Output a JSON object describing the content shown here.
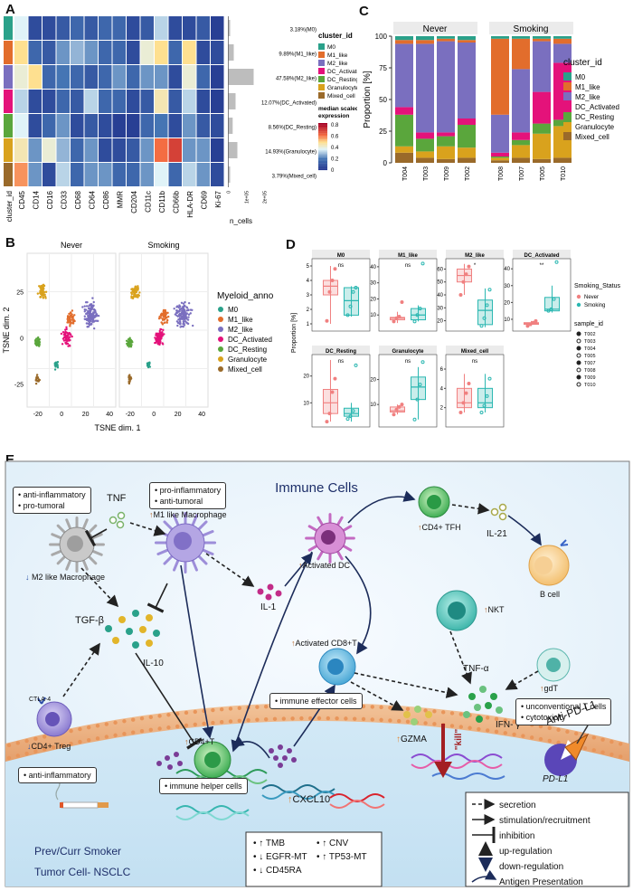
{
  "panels": {
    "a": "A",
    "b": "B",
    "c": "C",
    "d": "D",
    "e": "E"
  },
  "heatmap": {
    "markers": [
      "cluster_id",
      "CD45",
      "CD14",
      "CD16",
      "CD33",
      "CD68",
      "CD64",
      "CD86",
      "MMR",
      "CD204",
      "CD11c",
      "CD11b",
      "CD66b",
      "HLA-DR",
      "CD69",
      "Ki-67"
    ],
    "n_cells_label": "n_cells",
    "n_cells_ticks": [
      "0",
      "1e+05",
      "2e+05"
    ],
    "rows": [
      {
        "pct": "3.18%(M0)",
        "color": "#2aa18a",
        "n": 0.05,
        "vals": [
          0.45,
          0.1,
          0.1,
          0.15,
          0.2,
          0.15,
          0.2,
          0.2,
          0.1,
          0.15,
          0.4,
          0.1,
          0.1,
          0.15,
          0.05
        ]
      },
      {
        "pct": "9.89%(M1_like)",
        "color": "#e26d2c",
        "n": 0.15,
        "vals": [
          0.6,
          0.2,
          0.15,
          0.3,
          0.35,
          0.3,
          0.2,
          0.2,
          0.1,
          0.5,
          0.6,
          0.2,
          0.6,
          0.1,
          0.1
        ]
      },
      {
        "pct": "47.58%(M2_like)",
        "color": "#7a6fbf",
        "n": 0.7,
        "vals": [
          0.5,
          0.6,
          0.2,
          0.25,
          0.2,
          0.15,
          0.2,
          0.3,
          0.2,
          0.3,
          0.3,
          0.1,
          0.5,
          0.2,
          0.05
        ]
      },
      {
        "pct": "12.07%(DC_Activated)",
        "color": "#e4127a",
        "n": 0.2,
        "vals": [
          0.4,
          0.1,
          0.1,
          0.2,
          0.15,
          0.4,
          0.2,
          0.2,
          0.1,
          0.15,
          0.55,
          0.15,
          0.4,
          0.1,
          0.05
        ]
      },
      {
        "pct": "8.56%(DC_Resting)",
        "color": "#5aa63c",
        "n": 0.12,
        "vals": [
          0.45,
          0.1,
          0.2,
          0.3,
          0.1,
          0.15,
          0.1,
          0.05,
          0.05,
          0.2,
          0.25,
          0.1,
          0.3,
          0.15,
          0.1
        ]
      },
      {
        "pct": "14.93%(Granulocyte)",
        "color": "#d9a21d",
        "n": 0.25,
        "vals": [
          0.55,
          0.3,
          0.5,
          0.35,
          0.2,
          0.3,
          0.1,
          0.1,
          0.15,
          0.3,
          0.75,
          0.85,
          0.3,
          0.3,
          0.05
        ]
      },
      {
        "pct": "3.79%(Mixed_cell)",
        "color": "#9a6a2a",
        "n": 0.05,
        "vals": [
          0.7,
          0.3,
          0.1,
          0.4,
          0.2,
          0.3,
          0.3,
          0.2,
          0.2,
          0.3,
          0.45,
          0.2,
          0.4,
          0.3,
          0.1
        ]
      }
    ],
    "legend_title": "cluster_id",
    "legend_items": [
      "M0",
      "M1_like",
      "M2_like",
      "DC_Activated",
      "DC_Resting",
      "Granulocyte",
      "Mixed_cell"
    ],
    "scale_title": "median scaled expression",
    "scale_ticks": [
      "0.8",
      "0.6",
      "0.4",
      "0.2",
      "0"
    ]
  },
  "tsne": {
    "panel_titles": [
      "Never",
      "Smoking"
    ],
    "xlabel": "TSNE dim. 1",
    "ylabel": "TSNE dim. 2",
    "x_ticks": [
      "-20",
      "0",
      "20",
      "40"
    ],
    "y_ticks": [
      "25",
      "0",
      "-25"
    ],
    "legend_title": "Myeloid_anno",
    "legend_items": [
      "M0",
      "M1_like",
      "M2_like",
      "DC_Activated",
      "DC_Resting",
      "Granulocyte",
      "Mixed_cell"
    ]
  },
  "colors": {
    "M0": "#2aa18a",
    "M1_like": "#e26d2c",
    "M2_like": "#7a6fbf",
    "DC_Activated": "#e4127a",
    "DC_Resting": "#5aa63c",
    "Granulocyte": "#d9a21d",
    "Mixed_cell": "#9a6a2a",
    "never": "#f08080",
    "smoking": "#2ab7b1"
  },
  "chart_data": [
    {
      "type": "bar",
      "title": "",
      "ylabel": "Proportion [%]",
      "ylim": [
        0,
        100
      ],
      "y_ticks": [
        "0",
        "25",
        "50",
        "75",
        "100"
      ],
      "groups": [
        "Never",
        "Smoking"
      ],
      "categories": [
        "T004",
        "T003",
        "T009",
        "T002",
        "T008",
        "T007",
        "T005",
        "T010"
      ],
      "legend_title": "cluster_id",
      "series": [
        {
          "name": "Mixed_cell",
          "values": [
            8,
            4,
            3,
            4,
            2,
            4,
            3,
            4
          ]
        },
        {
          "name": "Granulocyte",
          "values": [
            5,
            5,
            10,
            8,
            2,
            10,
            20,
            25
          ]
        },
        {
          "name": "DC_Resting",
          "values": [
            25,
            10,
            8,
            18,
            1,
            4,
            8,
            5
          ]
        },
        {
          "name": "DC_Activated",
          "values": [
            6,
            5,
            3,
            5,
            3,
            6,
            25,
            45
          ]
        },
        {
          "name": "M2_like",
          "values": [
            50,
            70,
            72,
            60,
            30,
            50,
            40,
            15
          ]
        },
        {
          "name": "M1_like",
          "values": [
            3,
            3,
            2,
            2,
            60,
            24,
            2,
            4
          ]
        },
        {
          "name": "M0",
          "values": [
            3,
            3,
            2,
            3,
            2,
            2,
            2,
            2
          ]
        }
      ]
    },
    {
      "type": "box",
      "ylabel": "Proportion [%]",
      "legend_title": "Smoking_Status",
      "legend_items": [
        "Never",
        "Smoking"
      ],
      "sample_title": "sample_id",
      "samples": [
        "T002",
        "T003",
        "T004",
        "T005",
        "T007",
        "T008",
        "T009",
        "T010"
      ],
      "facets": [
        {
          "title": "M0",
          "sig": "ns",
          "yticks": [
            "1",
            "2",
            "3",
            "4",
            "5"
          ],
          "ylim": [
            0.5,
            5.5
          ],
          "never": [
            1,
            3,
            3.6,
            4,
            5
          ],
          "smoking": [
            1.5,
            1.6,
            2.6,
            3.5,
            3.6
          ],
          "never_pts": [
            1.2,
            3.2,
            4.0,
            4.8
          ],
          "smoking_pts": [
            1.6,
            2.2,
            3.2,
            3.5
          ]
        },
        {
          "title": "M1_like",
          "sig": "ns",
          "yticks": [
            "10",
            "20",
            "30",
            "40"
          ],
          "ylim": [
            0,
            45
          ],
          "never": [
            5,
            7,
            8,
            8.5,
            12
          ],
          "smoking": [
            6,
            7,
            10,
            14,
            16
          ],
          "never_pts": [
            6,
            8,
            9,
            18
          ],
          "smoking_pts": [
            6,
            10,
            14,
            42
          ]
        },
        {
          "title": "M2_like",
          "sig": "*",
          "yticks": [
            "20",
            "30",
            "40",
            "50",
            "60"
          ],
          "ylim": [
            12,
            68
          ],
          "never": [
            40,
            50,
            55,
            60,
            64
          ],
          "smoking": [
            15,
            17,
            28,
            36,
            45
          ],
          "never_pts": [
            40,
            50,
            56,
            62
          ],
          "smoking_pts": [
            16,
            22,
            32,
            44
          ]
        },
        {
          "title": "DC_Activated",
          "sig": "**",
          "yticks": [
            "10",
            "20",
            "30",
            "40"
          ],
          "ylim": [
            3,
            46
          ],
          "never": [
            6,
            7,
            7.5,
            8,
            9
          ],
          "smoking": [
            14,
            15,
            16,
            23,
            30
          ],
          "never_pts": [
            6,
            7,
            8,
            9
          ],
          "smoking_pts": [
            15,
            16,
            22,
            44
          ]
        },
        {
          "title": "DC_Resting",
          "sig": "ns",
          "yticks": [
            "10",
            "20"
          ],
          "ylim": [
            1,
            28
          ],
          "never": [
            3,
            6,
            10,
            15,
            26
          ],
          "smoking": [
            3,
            5,
            6,
            8,
            10
          ],
          "never_pts": [
            3,
            6,
            14,
            19
          ],
          "smoking_pts": [
            4,
            5,
            7,
            24
          ]
        },
        {
          "title": "Granulocyte",
          "sig": "ns",
          "yticks": [
            "10",
            "20"
          ],
          "ylim": [
            1,
            30
          ],
          "never": [
            6,
            7,
            7.5,
            9,
            10
          ],
          "smoking": [
            4,
            12,
            17,
            21,
            25
          ],
          "never_pts": [
            6,
            8,
            9,
            10
          ],
          "smoking_pts": [
            4,
            12,
            18,
            27
          ]
        },
        {
          "title": "Mixed_cell",
          "sig": "ns",
          "yticks": [
            "2",
            "4",
            "6"
          ],
          "ylim": [
            0,
            7.5
          ],
          "never": [
            1.5,
            2,
            2.5,
            4,
            5.5
          ],
          "smoking": [
            1.5,
            2,
            2.5,
            4,
            5.5
          ],
          "never_pts": [
            1.5,
            2.5,
            3.5,
            4.5
          ],
          "smoking_pts": [
            1.5,
            2.2,
            3.2,
            5.0
          ]
        }
      ]
    }
  ],
  "diagram": {
    "title": "Immune Cells",
    "labels": {
      "tnf": "TNF",
      "m1_box_1": "• pro-inflammatory",
      "m1_box_2": "• anti-tumoral",
      "m1_label": "M1 like Macrophage",
      "m2_box_1": "• anti-inflammatory",
      "m2_box_2": "• pro-tumoral",
      "m2_label": "M2 like Macrophage",
      "tgfb": "TGF-β",
      "il10": "IL-10",
      "il1": "IL-1",
      "activated_dc": "Activated DC",
      "cd4_tfh": "CD4+ TFH",
      "il21": "IL-21",
      "b_cell": "B cell",
      "nkt": "NKT",
      "gdt": "gdT",
      "tnfa": "TNF-α",
      "ifng": "IFN- γ",
      "act_cd8": "Activated CD8+T",
      "effector_box": "• immune effector cells",
      "unconv_1": "• unconventional T cells",
      "unconv_2": "• cytotoxicity",
      "ctla4": "CTLA-4",
      "cd4_treg": "CD4+ Treg",
      "anti_inf": "• anti-inflammatory",
      "cd4t": "CD4+T",
      "helper_box": "• immune helper cells",
      "cxcl10": "CXCL10",
      "gzma": "GZMA",
      "kill": "\"kill\"",
      "anti_pdl1": "Anti-PD-L1",
      "pdl1": "PD-L1",
      "smoker": "Prev/Curr Smoker",
      "tumor": "Tumor Cell- NSCLC",
      "mut_1": "• ↑ TMB",
      "mut_2": "• ↓ EGFR-MT",
      "mut_3": "• ↓ CD45RA",
      "mut_4": "• ↑ CNV",
      "mut_5": "• ↑ TP53-MT"
    },
    "legend": [
      "secretion",
      "stimulation/recruitment",
      "inhibition",
      "up-regulation",
      "down-regulation",
      "Antigen Presentation"
    ]
  }
}
